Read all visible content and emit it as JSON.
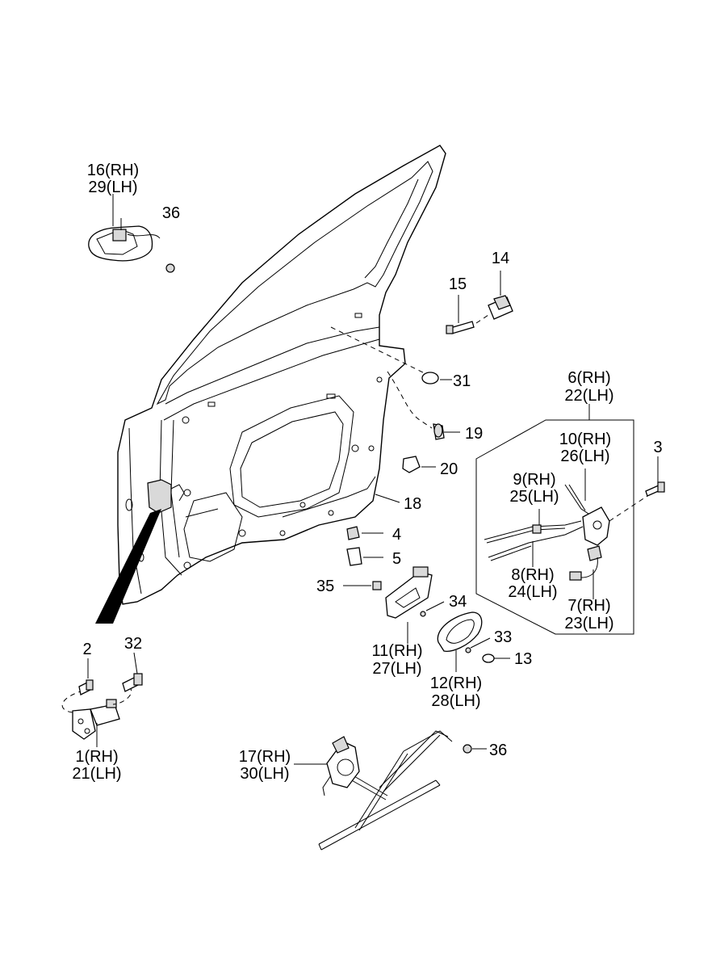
{
  "callouts": [
    {
      "id": "c16",
      "lines": [
        "16(RH)",
        "29(LH)"
      ]
    },
    {
      "id": "c36a",
      "lines": [
        "36"
      ]
    },
    {
      "id": "c14",
      "lines": [
        "14"
      ]
    },
    {
      "id": "c15",
      "lines": [
        "15"
      ]
    },
    {
      "id": "c31",
      "lines": [
        "31"
      ]
    },
    {
      "id": "c19",
      "lines": [
        "19"
      ]
    },
    {
      "id": "c20",
      "lines": [
        "20"
      ]
    },
    {
      "id": "c18",
      "lines": [
        "18"
      ]
    },
    {
      "id": "c4",
      "lines": [
        "4"
      ]
    },
    {
      "id": "c5",
      "lines": [
        "5"
      ]
    },
    {
      "id": "c35",
      "lines": [
        "35"
      ]
    },
    {
      "id": "c34",
      "lines": [
        "34"
      ]
    },
    {
      "id": "c11",
      "lines": [
        "11(RH)",
        "27(LH)"
      ]
    },
    {
      "id": "c33",
      "lines": [
        "33"
      ]
    },
    {
      "id": "c13",
      "lines": [
        "13"
      ]
    },
    {
      "id": "c12",
      "lines": [
        "12(RH)",
        "28(LH)"
      ]
    },
    {
      "id": "c6",
      "lines": [
        "6(RH)",
        "22(LH)"
      ]
    },
    {
      "id": "c10",
      "lines": [
        "10(RH)",
        "26(LH)"
      ]
    },
    {
      "id": "c3",
      "lines": [
        "3"
      ]
    },
    {
      "id": "c9",
      "lines": [
        "9(RH)",
        "25(LH)"
      ]
    },
    {
      "id": "c8",
      "lines": [
        "8(RH)",
        "24(LH)"
      ]
    },
    {
      "id": "c7",
      "lines": [
        "7(RH)",
        "23(LH)"
      ]
    },
    {
      "id": "c2",
      "lines": [
        "2"
      ]
    },
    {
      "id": "c32",
      "lines": [
        "32"
      ]
    },
    {
      "id": "c1",
      "lines": [
        "1(RH)",
        "21(LH)"
      ]
    },
    {
      "id": "c17",
      "lines": [
        "17(RH)",
        "30(LH)"
      ]
    },
    {
      "id": "c36b",
      "lines": [
        "36"
      ]
    }
  ]
}
